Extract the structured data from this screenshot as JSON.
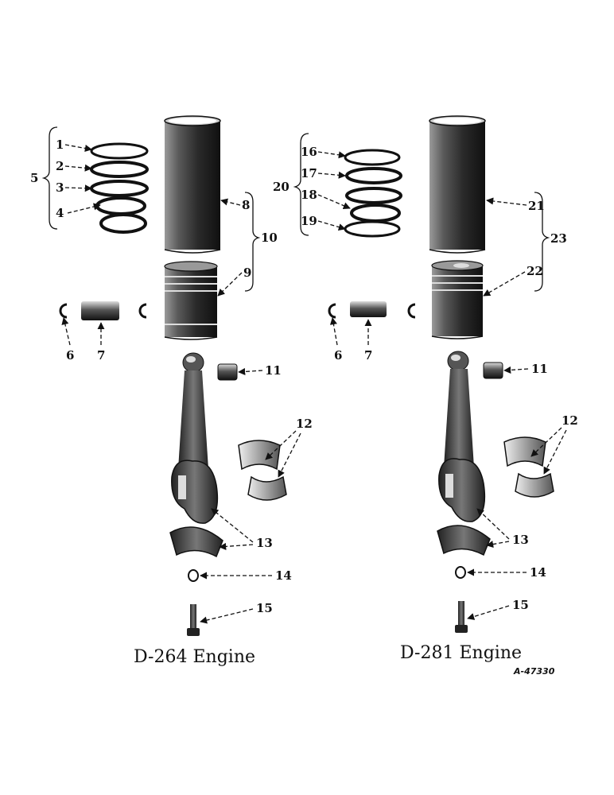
{
  "left": {
    "caption": "D-264 Engine",
    "callouts": [
      "1",
      "2",
      "3",
      "4",
      "5",
      "6",
      "7",
      "8",
      "9",
      "10",
      "11",
      "12",
      "13",
      "14",
      "15"
    ]
  },
  "right": {
    "caption": "D-281 Engine",
    "callouts": [
      "16",
      "17",
      "18",
      "19",
      "20",
      "6",
      "7",
      "21",
      "22",
      "23",
      "11",
      "12",
      "13",
      "14",
      "15"
    ]
  },
  "figure_id": "A-47330"
}
